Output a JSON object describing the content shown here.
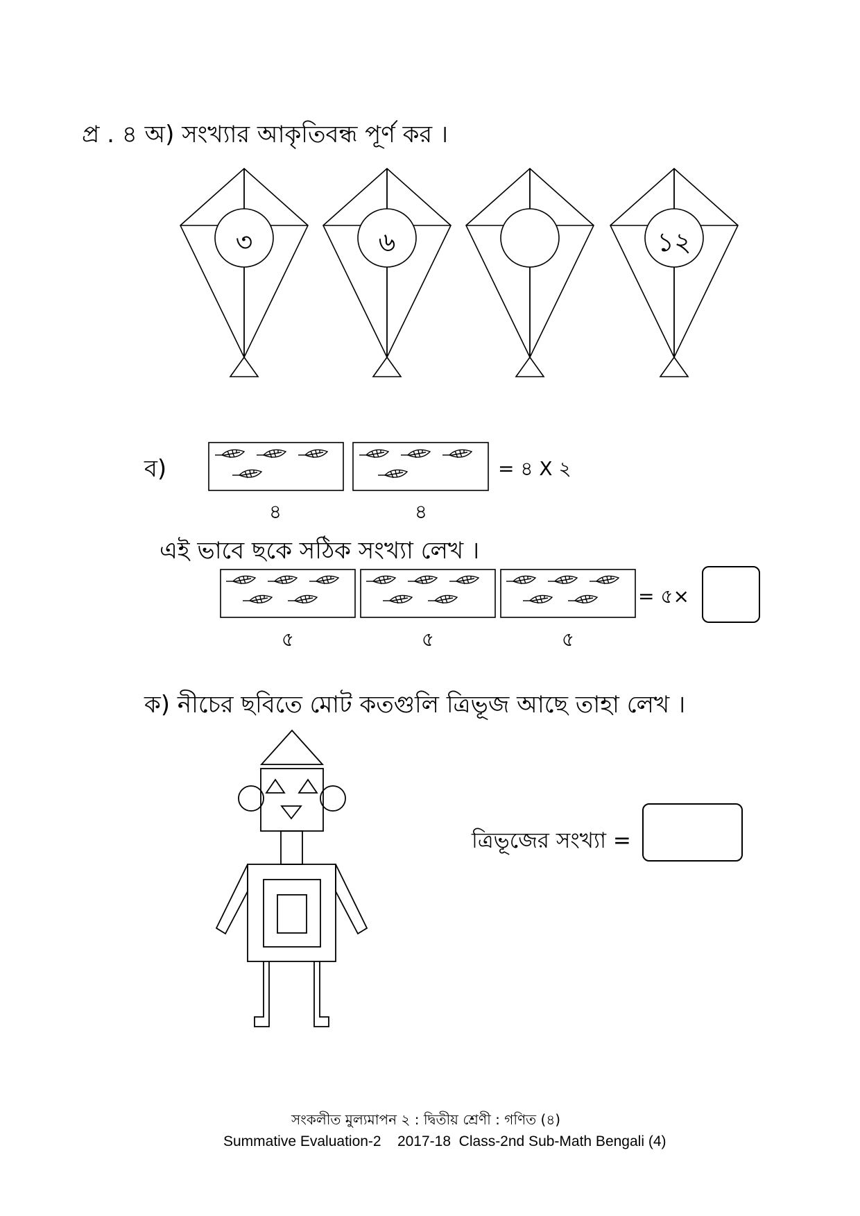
{
  "q4": {
    "heading": "প্র . ৪ অ) সংখ্যার আকৃতিবন্ধ পূর্ণ কর ।",
    "kites": [
      "৩",
      "৬",
      "",
      "১২"
    ]
  },
  "part_b": {
    "label": "ব)",
    "example": {
      "group_counts": [
        "৪",
        "৪"
      ],
      "equation": "= ৪ X ২"
    },
    "instruction": "এই ভাবে ছকে সঠিক সংখ্যা লেখ ।",
    "exercise": {
      "group_counts": [
        "৫",
        "৫",
        "৫"
      ],
      "equation": "= ৫×",
      "answer": ""
    }
  },
  "part_k": {
    "heading": "ক) নীচের ছবিতে মোট কতগুলি ত্রিভূজ আছে তাহা লেখ ।",
    "answer_label": "ত্রিভূজের সংখ্যা =",
    "answer": ""
  },
  "footer": {
    "line1": "সংকলীত মুল্যমাপন ২ : দ্বিতীয় শ্রেণী : গণিত (৪)",
    "line2": "Summative Evaluation-2    2017-18  Class-2nd Sub-Math Bengali (4)"
  }
}
